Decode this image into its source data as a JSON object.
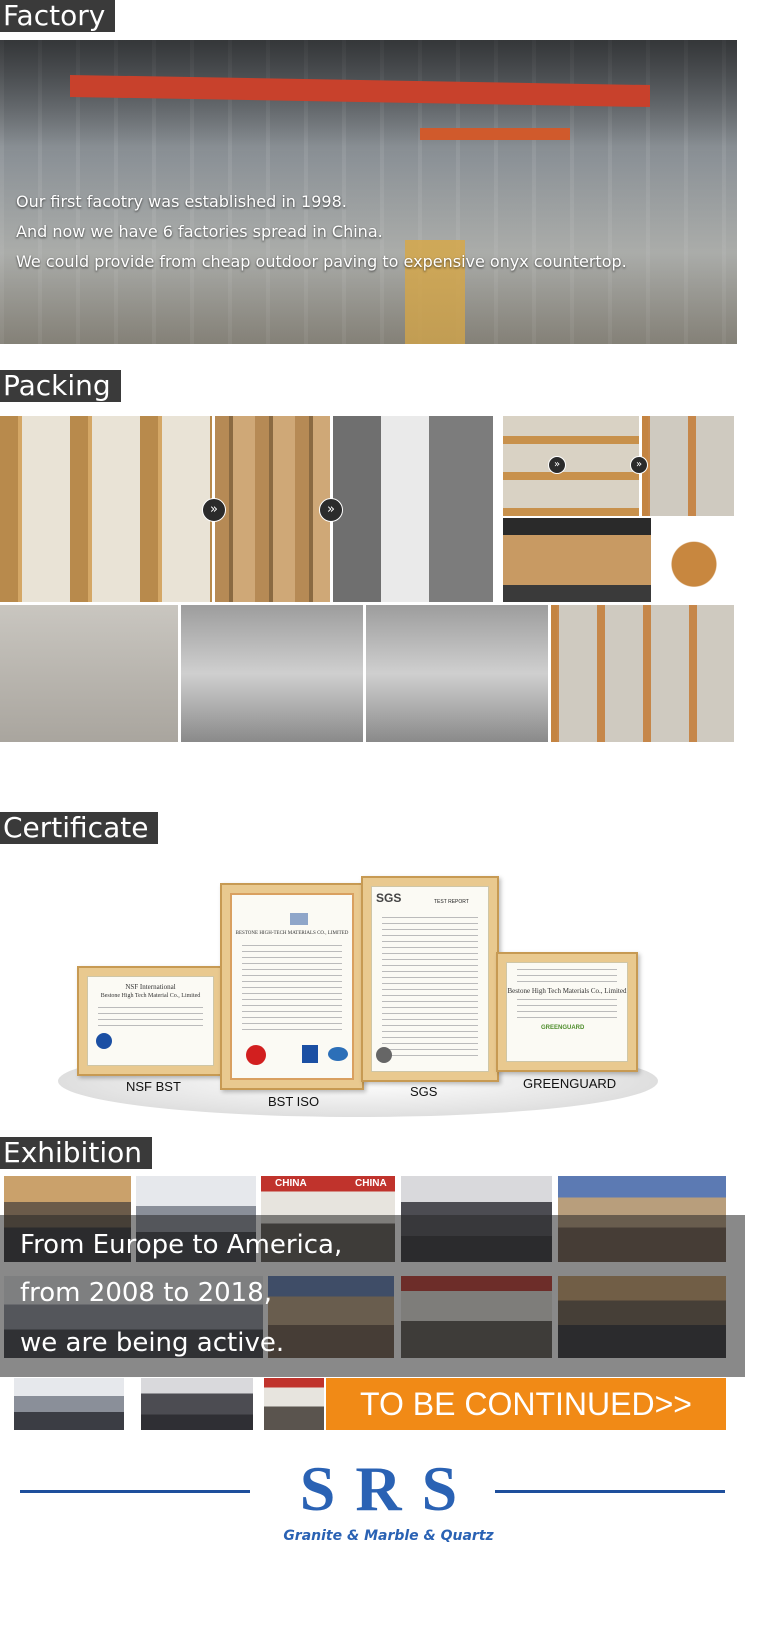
{
  "sections": {
    "factory_title": "Factory",
    "packing_title": "Packing",
    "certificate_title": "Certificate",
    "exhibition_title": "Exhibition"
  },
  "factory": {
    "lines": [
      "Our first facotry was established in 1998.",
      "And now we have 6 factories spread in China.",
      "We could provide from cheap outdoor paving to expensive onyx countertop."
    ]
  },
  "packing": {
    "arrow_glyph": "»"
  },
  "certificates": {
    "nsf": {
      "label": "NSF BST",
      "header": "NSF International",
      "body": "Bestone High Tech Material Co., Limited"
    },
    "iso": {
      "label": "BST ISO",
      "header": "BESTONE HIGH-TECH MATERIALS CO., LIMITED"
    },
    "sgs": {
      "label": "SGS",
      "logo": "SGS",
      "header": "TEST REPORT"
    },
    "greenguard": {
      "label": "GREENGUARD",
      "body": "Bestone High Tech Materials Co., Limited",
      "seal": "GREENGUARD"
    }
  },
  "exhibition": {
    "lines": [
      "From Europe to America,",
      "from 2008 to 2018,",
      "we are being active."
    ],
    "banner": "CHINA",
    "continue_label": "TO BE CONTINUED>>"
  },
  "brand": {
    "name": "SRS",
    "tagline": "Granite & Marble & Quartz"
  },
  "colors": {
    "accent_orange": "#f18a16",
    "brand_blue": "#2a62b4",
    "title_bg": "#3a3a3a"
  }
}
